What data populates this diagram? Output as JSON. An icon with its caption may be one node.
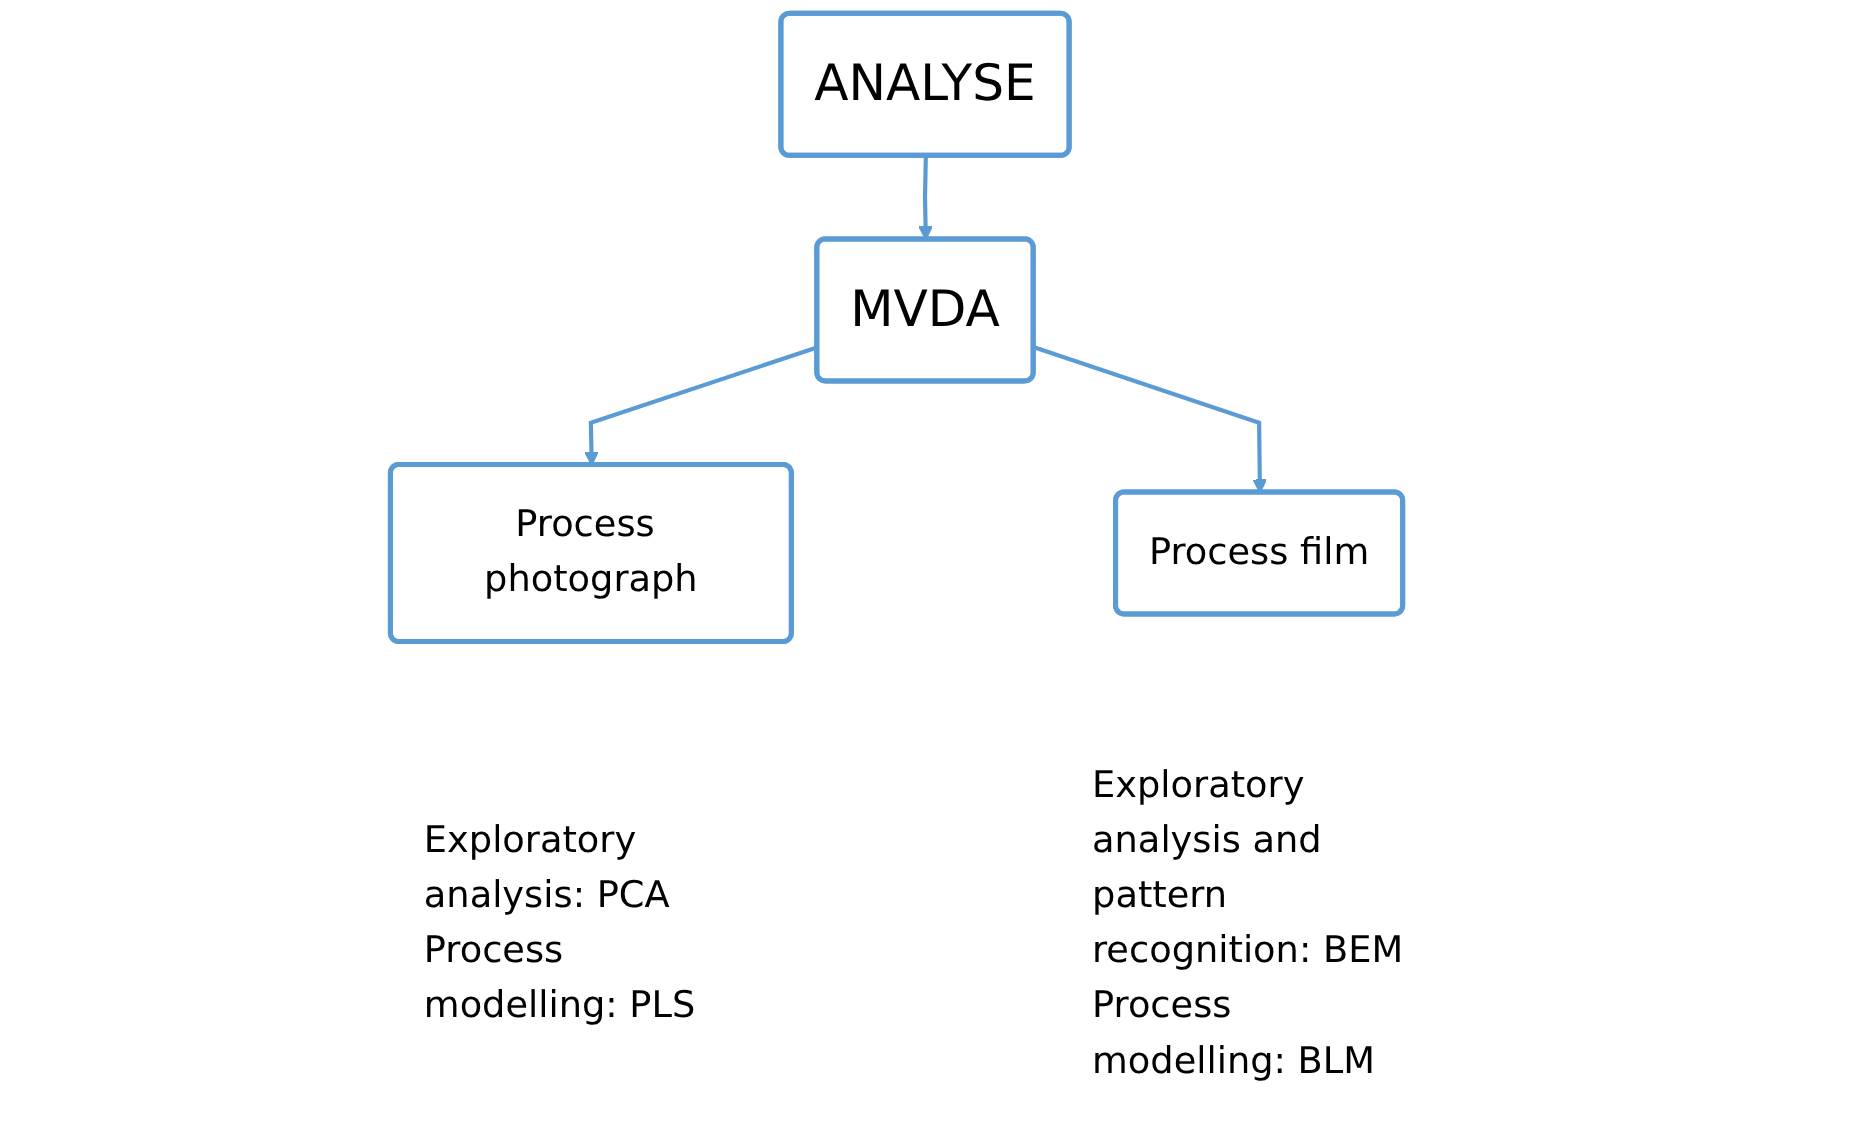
{
  "diagram": {
    "nodes": [
      {
        "text": [
          "ANALYSE"
        ]
      },
      {
        "text": [
          "MVDA"
        ]
      },
      {
        "text": [
          "Process photograph"
        ],
        "beside": [
          "Exploratory analysis: PCA",
          "Process modelling: PLS"
        ]
      },
      {
        "text": [
          "Process film"
        ],
        "beside": [
          "Exploratory analysis and pattern recognition: BEM",
          "Process modelling: BLM"
        ]
      }
    ],
    "edges": [
      {
        "from": 0,
        "to": 1,
        "arrow": "to"
      },
      {
        "from": 1,
        "to": 2,
        "arrow": "to"
      },
      {
        "from": 1,
        "to": 3,
        "arrow": "to"
      }
    ]
  }
}
